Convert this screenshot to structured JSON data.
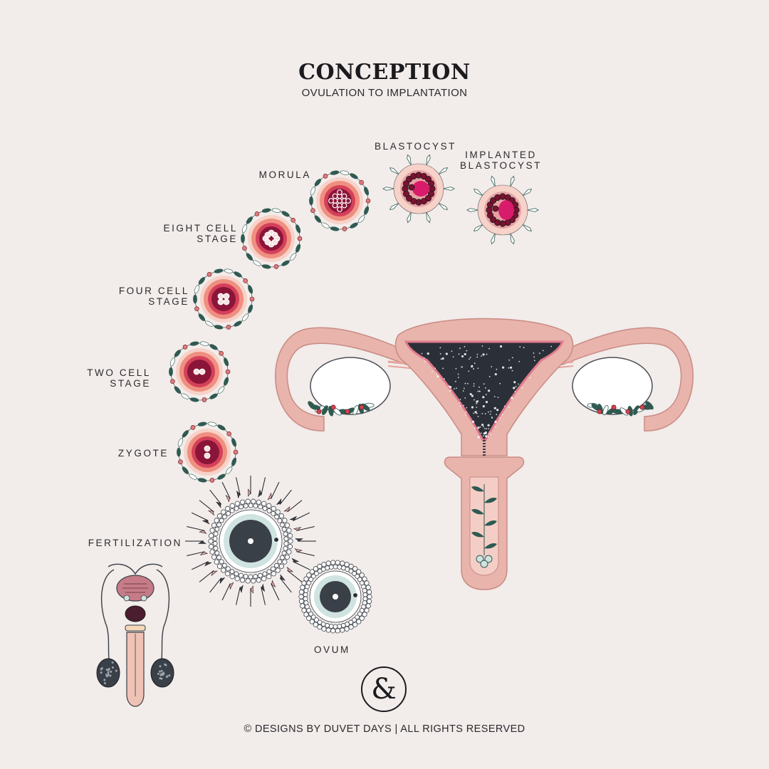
{
  "header": {
    "title": "CONCEPTION",
    "subtitle": "OVULATION TO IMPLANTATION"
  },
  "stages": {
    "ovum": "OVUM",
    "fertilization": "FERTILIZATION",
    "zygote": "ZYGOTE",
    "two_cell": [
      "TWO CELL",
      "STAGE"
    ],
    "four_cell": [
      "FOUR CELL",
      "STAGE"
    ],
    "eight_cell": [
      "EIGHT CELL",
      "STAGE"
    ],
    "morula": "MORULA",
    "blastocyst": "BLASTOCYST",
    "implanted": [
      "IMPLANTED",
      "BLASTOCYST"
    ]
  },
  "logo": "&",
  "footer": "© DESIGNS BY DUVET DAYS  |  ALL RIGHTS RESERVED",
  "colors": {
    "background": "#f2ecea",
    "uterus": "#e8b4ac",
    "uterus_outline": "#c98b84",
    "cavity": "#2b3038",
    "cell_dark": "#8a1538",
    "cell_mid": "#d4405a",
    "cell_outer": "#ef8f80",
    "magenta": "#d81b6a",
    "leaf": "#2f5a52",
    "teal_ring": "#cfe3e0",
    "ink": "#1b1b1f"
  }
}
